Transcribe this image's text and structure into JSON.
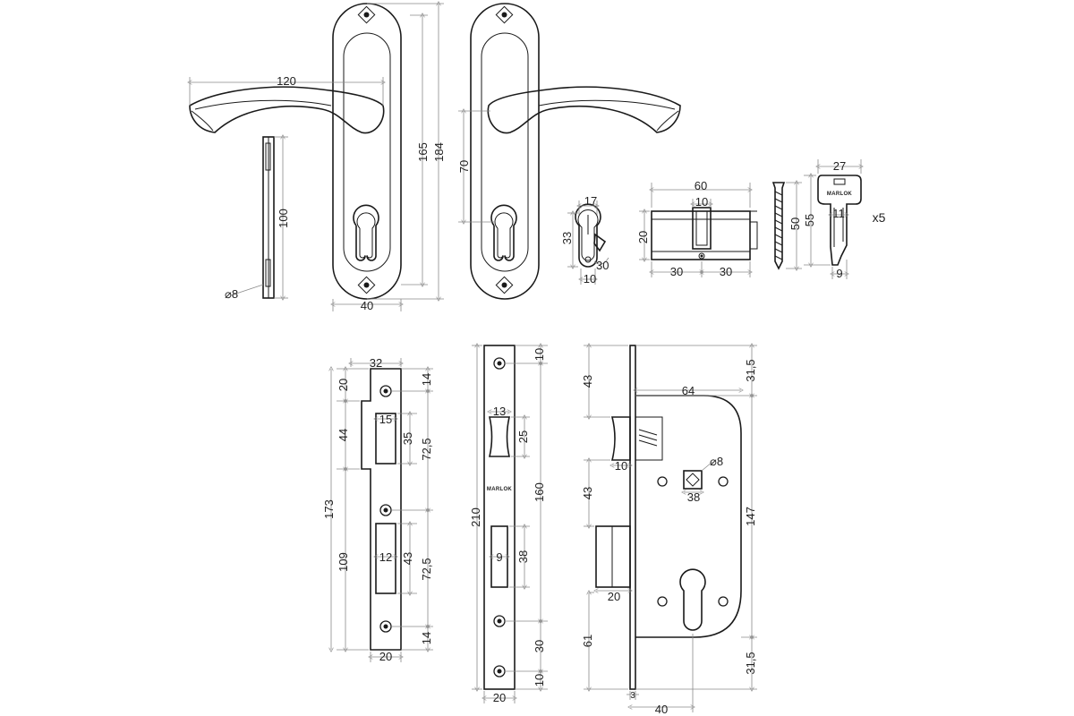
{
  "handle": {
    "dims": {
      "lever_length": "120",
      "plate_height_inner": "165",
      "plate_height": "184",
      "plate_width": "40",
      "handle_to_cyl": "70",
      "spindle_len": "100",
      "spindle_dia": "⌀8"
    }
  },
  "cylinder_end": {
    "dims": {
      "width": "17",
      "height": "33",
      "angle": "30",
      "cam": "10"
    }
  },
  "cylinder": {
    "dims": {
      "length": "60",
      "cam_width": "10",
      "height": "20",
      "half_left": "30",
      "half_right": "30"
    }
  },
  "screw": {
    "dims": {
      "length": "50"
    }
  },
  "key": {
    "brand": "MARLOK",
    "qty": "x5",
    "dims": {
      "width": "27",
      "length": "55",
      "blade": "11",
      "tip": "9"
    }
  },
  "strike_plate": {
    "dims": {
      "width": "32",
      "top_offset": "20",
      "latch_height": "44",
      "total": "173",
      "bolt_section": "109",
      "hole_top": "14",
      "latch_width": "15",
      "latch_cut": "35",
      "upper_pitch": "72,5",
      "bolt_width": "12",
      "bolt_cut": "43",
      "lower_pitch": "72,5",
      "hole_bottom": "14",
      "bottom_width": "20"
    }
  },
  "faceplate": {
    "brand": "MARLOK",
    "dims": {
      "top": "10",
      "latch_width": "13",
      "latch_h": "25",
      "total": "210",
      "pitch": "160",
      "bolt_width": "9",
      "bolt_h": "38",
      "bottom_pitch": "30",
      "bottom": "10",
      "width": "20"
    }
  },
  "lock_body": {
    "dims": {
      "top_offset": "31,5",
      "body_width": "64",
      "latch_top": "43",
      "latch_depth": "10",
      "spindle_dia": "⌀8",
      "spindle_to_cyl_gap": "43",
      "centre": "38",
      "height": "147",
      "bolt_throw": "20",
      "bottom_offset": "61",
      "bottom_margin": "31,5",
      "plate_thick": "3",
      "backset": "40"
    }
  }
}
